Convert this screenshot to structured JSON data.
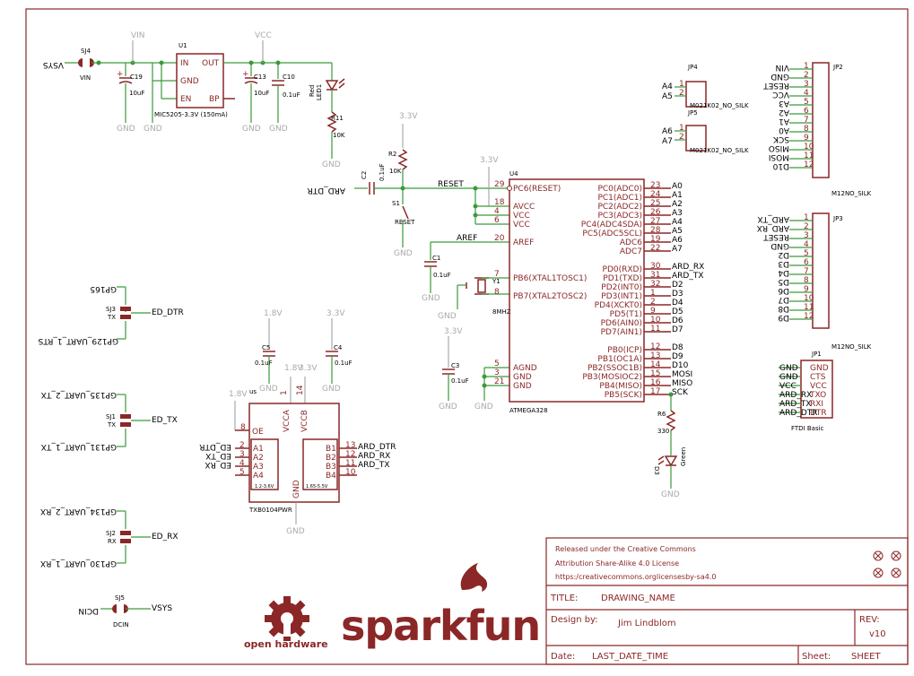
{
  "parts": {
    "u1": {
      "ref": "U1",
      "pins": [
        "IN",
        "OUT",
        "GND",
        "EN",
        "BP"
      ],
      "value": "MIC5205-3.3V (150mA)"
    },
    "u4": {
      "ref": "U4",
      "value": "ATMEGA328",
      "left_pins": [
        {
          "num": "29",
          "name": "PC6(RESET)"
        },
        {
          "num": "18",
          "name": "AVCC"
        },
        {
          "num": "4",
          "name": "VCC"
        },
        {
          "num": "6",
          "name": "VCC"
        },
        {
          "num": "20",
          "name": "AREF"
        },
        {
          "num": "7",
          "name": "PB6(XTAL1TOSC1)"
        },
        {
          "num": "8",
          "name": "PB7(XTAL2TOSC2)"
        },
        {
          "num": "5",
          "name": "AGND"
        },
        {
          "num": "3",
          "name": "GND"
        },
        {
          "num": "21",
          "name": "GND"
        }
      ],
      "right_pins": [
        {
          "num": "23",
          "name": "PC0(ADC0)",
          "net": "A0"
        },
        {
          "num": "24",
          "name": "PC1(ADC1)",
          "net": "A1"
        },
        {
          "num": "25",
          "name": "PC2(ADC2)",
          "net": "A2"
        },
        {
          "num": "26",
          "name": "PC3(ADC3)",
          "net": "A3"
        },
        {
          "num": "27",
          "name": "PC4(ADC4SDA)",
          "net": "A4"
        },
        {
          "num": "28",
          "name": "PC5(ADC5SCL)",
          "net": "A5"
        },
        {
          "num": "19",
          "name": "ADC6",
          "net": "A6"
        },
        {
          "num": "22",
          "name": "ADC7",
          "net": "A7"
        },
        {
          "num": "30",
          "name": "PD0(RXD)",
          "net": "ARD_RX"
        },
        {
          "num": "31",
          "name": "PD1(TXD)",
          "net": "ARD_TX"
        },
        {
          "num": "32",
          "name": "PD2(INT0)",
          "net": "D2"
        },
        {
          "num": "1",
          "name": "PD3(INT1)",
          "net": "D3"
        },
        {
          "num": "2",
          "name": "PD4(XCKT0)",
          "net": "D4"
        },
        {
          "num": "9",
          "name": "PD5(T1)",
          "net": "D5"
        },
        {
          "num": "10",
          "name": "PD6(AIN0)",
          "net": "D6"
        },
        {
          "num": "11",
          "name": "PD7(AIN1)",
          "net": "D7"
        },
        {
          "num": "12",
          "name": "PB0(ICP)",
          "net": "D8"
        },
        {
          "num": "13",
          "name": "PB1(OC1A)",
          "net": "D9"
        },
        {
          "num": "14",
          "name": "PB2(SSOC1B)",
          "net": "D10"
        },
        {
          "num": "15",
          "name": "PB3(MOSIOC2)",
          "net": "MOSI"
        },
        {
          "num": "16",
          "name": "PB4(MISO)",
          "net": "MISO"
        },
        {
          "num": "17",
          "name": "PB5(SCK)",
          "net": "SCK"
        }
      ]
    },
    "u_shifter": {
      "ref": "TXB0104PWR",
      "suffix": "us",
      "pins_a": [
        {
          "num": "2",
          "name": "A1",
          "net": "ED_DTR"
        },
        {
          "num": "3",
          "name": "A2",
          "net": "ED_TX"
        },
        {
          "num": "4",
          "name": "A3",
          "net": "ED_RX"
        },
        {
          "num": "5",
          "name": "A4",
          "net": ""
        }
      ],
      "pins_b": [
        {
          "num": "13",
          "name": "B1",
          "net": "ARD_DTR"
        },
        {
          "num": "12",
          "name": "B2",
          "net": "ARD_RX"
        },
        {
          "num": "11",
          "name": "B3",
          "net": "ARD_TX"
        },
        {
          "num": "10",
          "name": "B4",
          "net": ""
        }
      ],
      "oe": {
        "num": "8",
        "name": "OE"
      },
      "vcca": {
        "num": "1",
        "name": "VCCA"
      },
      "vccb": {
        "num": "14",
        "name": "VCCB"
      },
      "gnd": "GND",
      "range_a": "1.2-3.6V",
      "range_b": "1.65-5.5V"
    },
    "jp2": {
      "ref": "JP2",
      "value": "M12NO_SILK",
      "nets": [
        "VIN",
        "GND",
        "RESET",
        "VCC",
        "A3",
        "A2",
        "A1",
        "A0",
        "SCK",
        "MISO",
        "MOSI",
        "D10"
      ],
      "nums": [
        "1",
        "2",
        "3",
        "4",
        "5",
        "6",
        "7",
        "8",
        "9",
        "10",
        "11",
        "12"
      ]
    },
    "jp3": {
      "ref": "JP3",
      "value": "M12NO_SILK",
      "nets": [
        "ARD_TX",
        "ARD_RX",
        "RESET",
        "GND",
        "D2",
        "D3",
        "D4",
        "D5",
        "D6",
        "D7",
        "D8",
        "D9"
      ],
      "nums": [
        "1",
        "2",
        "3",
        "4",
        "5",
        "6",
        "7",
        "8",
        "9",
        "10",
        "11",
        "12"
      ]
    },
    "jp1": {
      "ref": "JP1",
      "value": "FTDI Basic",
      "pins": [
        "GND",
        "CTS",
        "VCC",
        "TXO",
        "RXI",
        "DTR"
      ],
      "nets": [
        "GND",
        "GND",
        "VCC",
        "ARD_RX",
        "ARD_TX",
        "ARD_DTR"
      ]
    },
    "jp4": {
      "ref": "JP4",
      "value": "M021K02_NO_SILK",
      "nets": [
        "A4",
        "A5"
      ],
      "nums": [
        "1",
        "2"
      ]
    },
    "jp5": {
      "ref": "JP5",
      "value": "M021K02_NO_SILK",
      "nets": [
        "A6",
        "A7"
      ],
      "nums": [
        "1",
        "2"
      ]
    },
    "caps": {
      "c19": {
        "ref": "C19",
        "value": "10uF"
      },
      "c13": {
        "ref": "C13",
        "value": "10uF"
      },
      "c10": {
        "ref": "C10",
        "value": "0.1uF"
      },
      "c2": {
        "ref": "C2",
        "value": "0.1uF"
      },
      "c1": {
        "ref": "C1",
        "value": "0.1uF"
      },
      "c3": {
        "ref": "C3",
        "value": "0.1uF"
      },
      "c4": {
        "ref": "C4",
        "value": "0.1uF"
      },
      "c5": {
        "ref": "C5",
        "value": "0.1uF"
      }
    },
    "resistors": {
      "r11": {
        "ref": "R11",
        "value": "10K"
      },
      "r2": {
        "ref": "R2",
        "value": "10K"
      },
      "r6": {
        "ref": "R6",
        "value": "330"
      }
    },
    "leds": {
      "led1": {
        "ref": "LED1",
        "color": "Red"
      },
      "d3": {
        "ref": "D3",
        "color": "Green"
      }
    },
    "switch": {
      "ref": "S1",
      "label": "RESET"
    },
    "crystal": {
      "ref": "Y1",
      "value": "8MHZ"
    },
    "jumpers": {
      "sj4": {
        "ref": "SJ4",
        "label": "VIN"
      },
      "sj3": {
        "ref": "SJ3",
        "label": "TX"
      },
      "sj1": {
        "ref": "SJ1",
        "label": "TX"
      },
      "sj2": {
        "ref": "SJ2",
        "label": "RX"
      },
      "sj5": {
        "ref": "SJ5",
        "label": "DCIN"
      }
    }
  },
  "nets": {
    "vsys": "VSYS",
    "vin": "VIN",
    "vcc": "VCC",
    "gnd": "GND",
    "v33": "3.3V",
    "v18": "1.8V",
    "reset": "RESET",
    "aref": "AREF",
    "ard_dtr": "ARD_DTR",
    "ed_dtr": "ED_DTR",
    "ed_tx": "ED_TX",
    "ed_rx": "ED_RX",
    "gp165": "GP165",
    "gp129": "GP129_UART_1_RTS",
    "gp135": "GP135_UART_2_TX",
    "gp131": "GP131_UART_1_TX",
    "gp134": "GP134_UART_2_RX",
    "gp130": "GP130_UART_1_RX",
    "dcin": "DCIN"
  },
  "license": {
    "line1": "Released under the Creative Commons",
    "line2": "Attribution Share-Alike 4.0 License",
    "line3": "https:/creativecommons.orglicensesby-sa4.0"
  },
  "title_block": {
    "title_label": "TITLE:",
    "title_value": "DRAWING_NAME",
    "design_label": "Design by:",
    "design_value": "Jim Lindblom",
    "rev_label": "REV:",
    "rev_value": "v10",
    "date_label": "Date:",
    "date_value": "LAST_DATE_TIME",
    "sheet_label": "Sheet:",
    "sheet_value": "SHEET"
  },
  "logos": {
    "oshw": "open hardware",
    "brand": "sparkfun"
  },
  "colors": {
    "part": "#8b2727",
    "wire": "#3a9a3a",
    "supply": "#a9a9a9"
  }
}
